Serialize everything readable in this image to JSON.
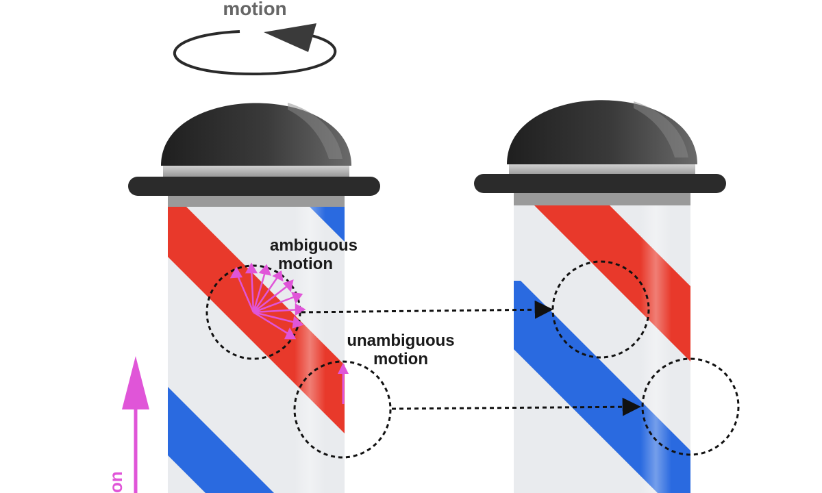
{
  "labels": {
    "top": "motion",
    "ambiguous_1": "ambiguous",
    "ambiguous_2": "motion",
    "unambiguous_1": "unambiguous",
    "unambiguous_2": "motion",
    "side_partial": "on"
  },
  "colors": {
    "red": "#e8392b",
    "blue": "#2a6ae0",
    "white_stripe": "#e9ebee",
    "cap": "#2e2e2e",
    "magenta": "#e055d8",
    "dash": "#111111"
  }
}
